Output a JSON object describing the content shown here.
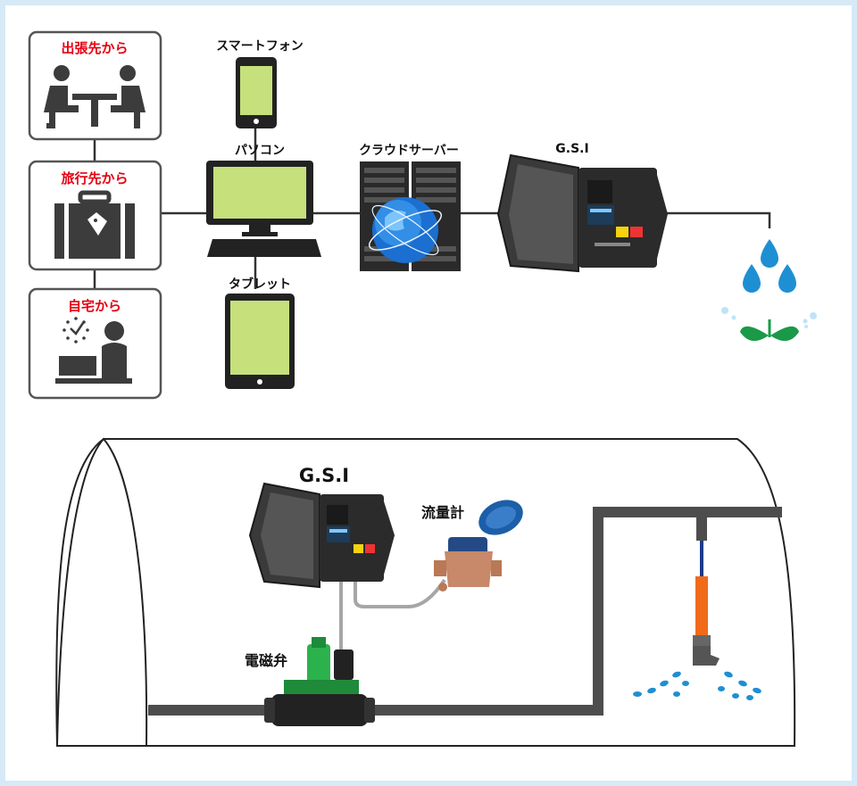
{
  "access_locations": {
    "business_trip": "出張先から",
    "travel": "旅行先から",
    "home": "自宅から"
  },
  "devices": {
    "smartphone": "スマートフォン",
    "pc": "パソコン",
    "tablet": "タブレット"
  },
  "cloud_server": "クラウドサーバー",
  "controller_top": "G.S.I",
  "greenhouse": {
    "controller": "G.S.I",
    "flow_meter": "流量計",
    "solenoid_valve": "電磁弁"
  },
  "colors": {
    "red_label": "#e60012",
    "device_screen": "#c6e07c",
    "pipe": "#4d4d4d",
    "water": "#1f8fd3",
    "leaf": "#1a9a48",
    "valve_green": "#2bb24c",
    "sprinkler_tube": "#f06a1a",
    "background_frame": "#d6e9f7"
  }
}
